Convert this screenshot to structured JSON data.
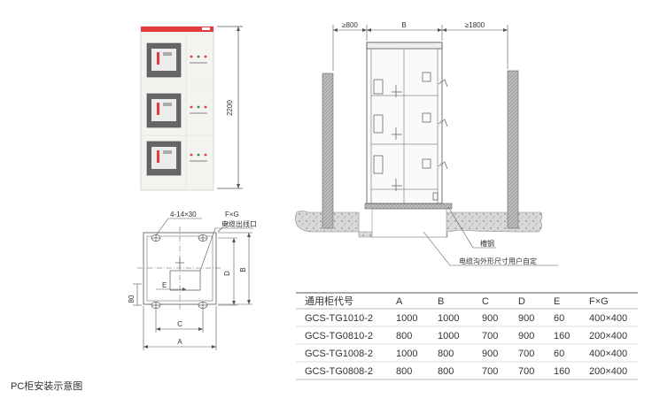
{
  "caption": "PC柜安装示意图",
  "front_view": {
    "height_dim": "2200"
  },
  "top_view": {
    "hole_label": "4-14×30",
    "fg_label": "F×G",
    "cable_label": "电缆出线口",
    "dim_a": "A",
    "dim_b": "B",
    "dim_c": "C",
    "dim_d": "D",
    "dim_e": "E",
    "dim_80": "80"
  },
  "side_view": {
    "left_clear": "≥800",
    "top_b": "B",
    "right_clear": "≥1800",
    "channel_label": "槽钢",
    "trench_label": "电缆沟外形尺寸用户自定"
  },
  "table": {
    "headers": [
      "通用柜代号",
      "A",
      "B",
      "C",
      "D",
      "E",
      "F×G"
    ],
    "rows": [
      [
        "GCS-TG1010-2",
        "1000",
        "1000",
        "900",
        "900",
        "60",
        "400×400"
      ],
      [
        "GCS-TG0810-2",
        "800",
        "1000",
        "700",
        "900",
        "160",
        "200×400"
      ],
      [
        "GCS-TG1008-2",
        "1000",
        "800",
        "900",
        "700",
        "60",
        "400×400"
      ],
      [
        "GCS-TG0808-2",
        "800",
        "800",
        "700",
        "700",
        "160",
        "200×400"
      ]
    ]
  },
  "colors": {
    "accent": "#e23b3b",
    "line": "#555555",
    "ground": "#d8d8d8"
  }
}
